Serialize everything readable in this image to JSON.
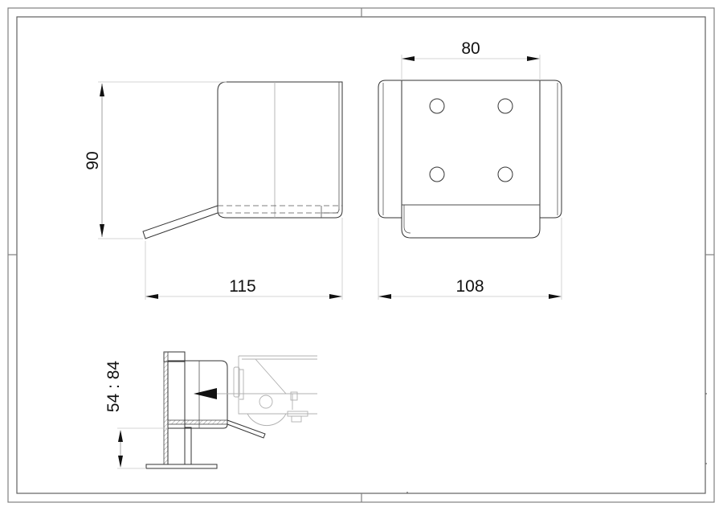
{
  "drawing": {
    "type": "technical-drawing",
    "sheet": {
      "outer_frame": [
        10,
        10,
        889,
        625
      ],
      "inner_frame": [
        21,
        21,
        878,
        614
      ]
    },
    "views": [
      {
        "name": "side-view",
        "description": "Side profile of bracket with angled lip"
      },
      {
        "name": "front-view",
        "description": "Front plate with four mounting holes"
      },
      {
        "name": "installation-view",
        "description": "Bracket mounted on post with roller carriage"
      }
    ],
    "dimensions": {
      "height": "90",
      "side_width": "115",
      "hole_spacing": "80",
      "front_width": "108",
      "mount_range": "54 : 84"
    }
  }
}
